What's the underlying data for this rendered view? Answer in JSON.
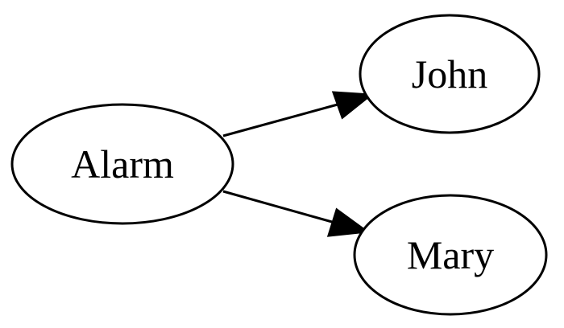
{
  "graph": {
    "nodes": [
      {
        "id": "alarm",
        "label": "Alarm"
      },
      {
        "id": "john",
        "label": "John"
      },
      {
        "id": "mary",
        "label": "Mary"
      }
    ],
    "edges": [
      {
        "from": "alarm",
        "to": "john"
      },
      {
        "from": "alarm",
        "to": "mary"
      }
    ]
  },
  "colors": {
    "background": "#ffffff",
    "stroke": "#000000",
    "text": "#000000"
  }
}
